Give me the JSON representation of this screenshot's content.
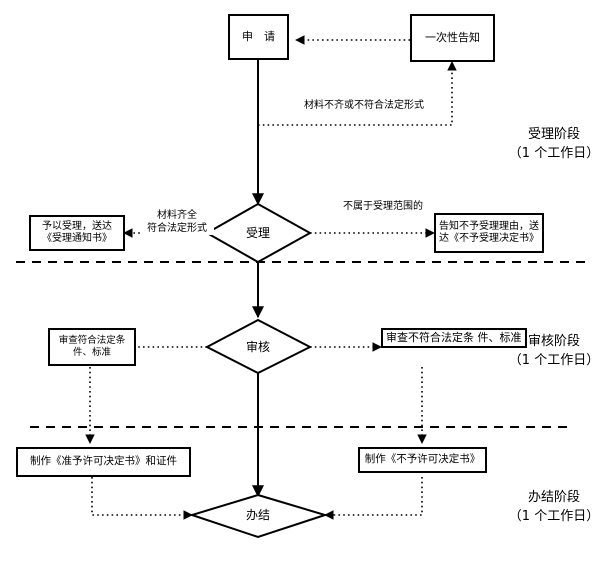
{
  "diagram": {
    "title_nodes": {
      "apply": "申　请",
      "one_time_notice": "一次性告知",
      "accept_decision": "受理",
      "accept_yes_box": "予以受理，送达\n《受理通知书》",
      "accept_no_box": "告知不予受理理由，送达《不予受理决定书》",
      "review_decision": "审核",
      "review_pass_box": "审查符合法定条\n件、标准",
      "review_fail_box": "审查不符合法定条\n件、标准",
      "grant_doc_box": "制作《准予许可决定书》和证件",
      "deny_doc_box": "制作《不予许可决定书》",
      "complete_decision": "办结"
    },
    "edge_labels": {
      "materials_incomplete": "材料不齐或不符合法定形式",
      "materials_complete": "材料齐全\n符合法定形式",
      "out_of_scope": "不属于受理范围的"
    },
    "stages": [
      {
        "name": "受理阶段",
        "duration": "（1 个工作日）"
      },
      {
        "name": "审核阶段",
        "duration": "（1 个工作日）"
      },
      {
        "name": "办结阶段",
        "duration": "（1 个工作日）"
      }
    ],
    "colors": {
      "stroke": "#000000",
      "background": "#ffffff",
      "text": "#000000"
    }
  }
}
